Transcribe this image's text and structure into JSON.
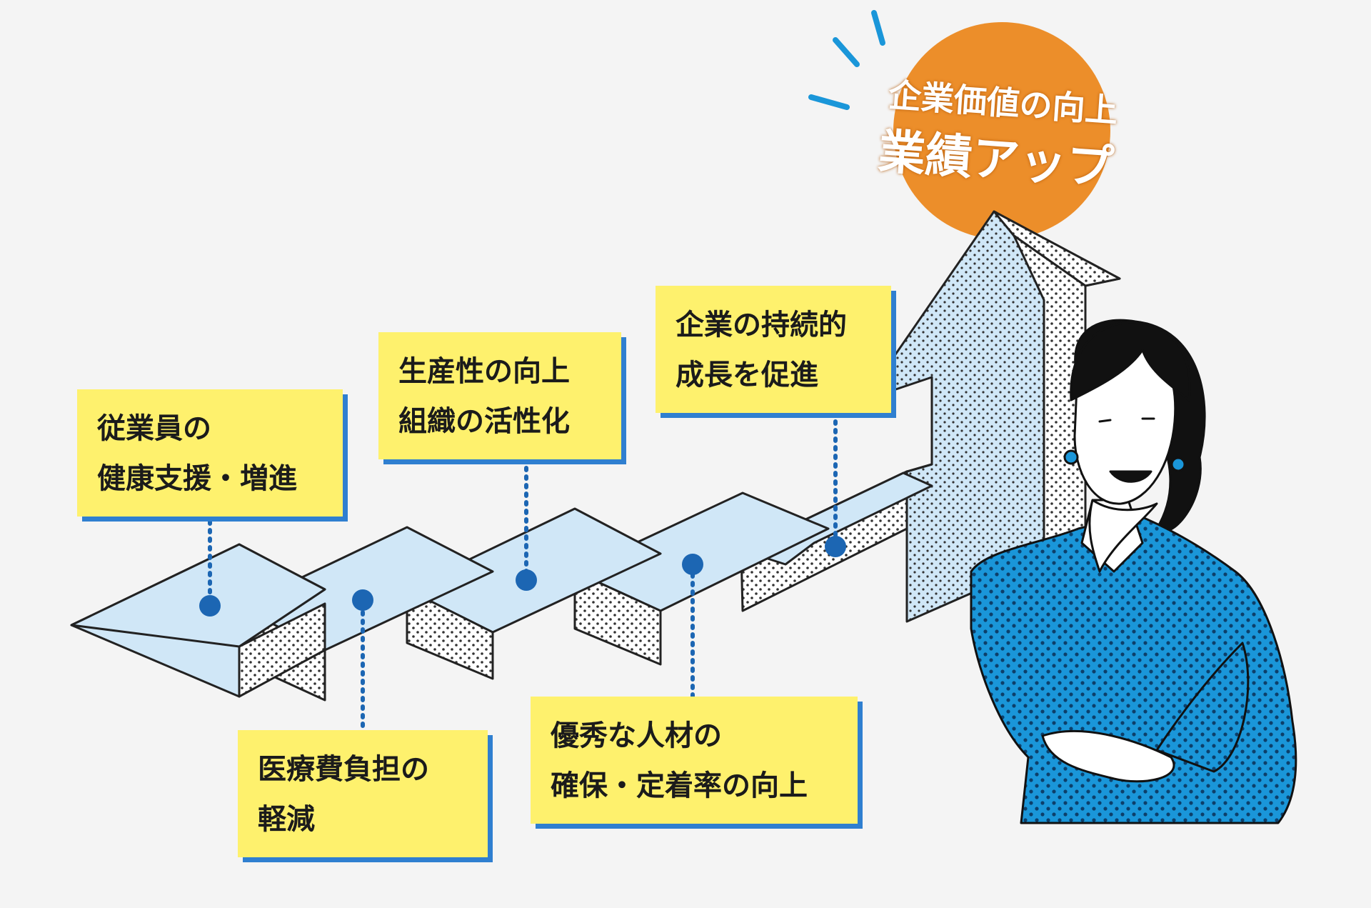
{
  "badge": {
    "line1": "企業価値の向上",
    "line2": "業績アップ",
    "color": "#ec8e2a"
  },
  "notes": [
    {
      "id": "n1",
      "line1": "従業員の",
      "line2": "健康支援・増進"
    },
    {
      "id": "n2",
      "line1": "医療費負担の",
      "line2": "軽減"
    },
    {
      "id": "n3",
      "line1": "生産性の向上",
      "line2": "組織の活性化"
    },
    {
      "id": "n4",
      "line1": "優秀な人材の",
      "line2": "確保・定着率の向上"
    },
    {
      "id": "n5",
      "line1": "企業の持続的",
      "line2": "成長を促進"
    }
  ],
  "colors": {
    "note": "#fef16d",
    "note_shadow": "#2f7fd0",
    "step_top": "#d0e7f7",
    "dot": "#1c66b3",
    "shirt": "#1a96d9"
  }
}
